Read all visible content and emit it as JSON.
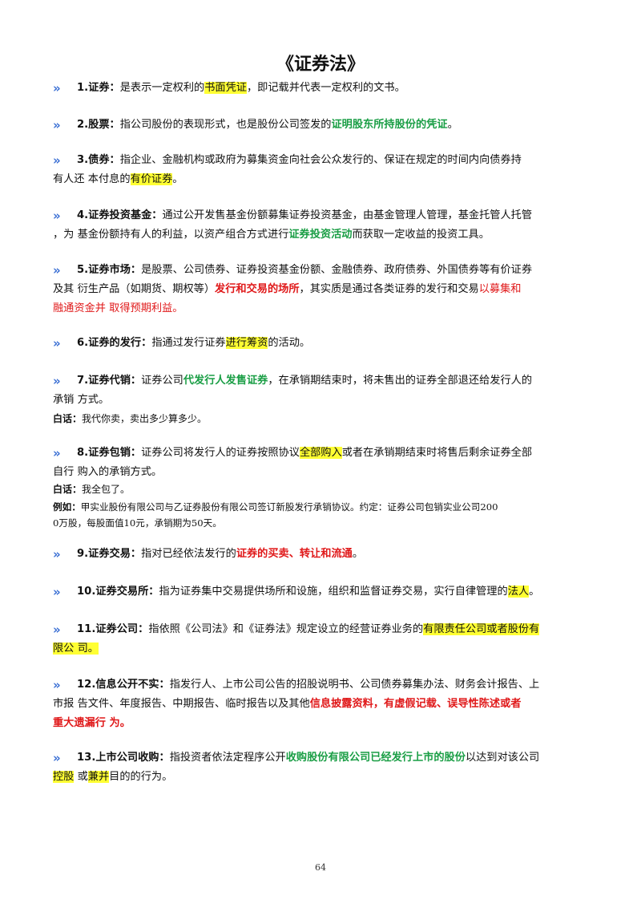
{
  "title": "《证券法》",
  "entries": {
    "e1": {
      "term": "1.证券：",
      "l1a": "是表示一定权利的",
      "l1b": "书面凭证",
      "l1c": "，即记载并代表一定权利的文书。"
    },
    "e2": {
      "term": "2.股票：",
      "l1a": "指公司股份的表现形式，也是股份公司签发的",
      "l1b": "证明股东所持股份的凭证",
      "l1c": "。"
    },
    "e3": {
      "term": "3.债券：",
      "l1a": "指企业、金融机构或政府为募集资金向社会公众发行的、保证在规定的时间内向债券持",
      "l2a": "有人还  本付息的",
      "l2b": "有价证券",
      "l2c": "。"
    },
    "e4": {
      "term": "4.证券投资基金：",
      "l1a": "通过公开发售基金份额募集证券投资基金，由基金管理人管理，基金托管人托管",
      "l2a": "，为  基金份额持有人的利益，以资产组合方式进行",
      "l2b": "证券投资活动",
      "l2c": "而获取一定收益的投资工具。"
    },
    "e5": {
      "term": "5.证券市场：",
      "l1a": "是股票、公司债券、证券投资基金份额、金融债券、政府债券、外国债券等有价证券",
      "l2a": "及其  衍生产品（如期货、期权等）",
      "l2b": "发行和交易的场所",
      "l2c": "，其实质是通过各类证券的发行和交易",
      "l2d": "以募集和",
      "l3a": "融通资金并  取得预期利益。"
    },
    "e6": {
      "term": "6.证券的发行：",
      "l1a": "指通过发行证券",
      "l1b": "进行筹资",
      "l1c": "的活动。"
    },
    "e7": {
      "term": "7.证券代销：",
      "l1a": "证券公司",
      "l1b": "代发行人发售证券",
      "l1c": "，在承销期结束时，将未售出的证券全部退还给发行人的",
      "l2a": "承销  方式。"
    },
    "note7": {
      "label": "白话：",
      "text": "我代你卖，卖出多少算多少。"
    },
    "e8": {
      "term": "8.证券包销：",
      "l1a": "证券公司将发行人的证券按照协议",
      "l1b": "全部购入",
      "l1c": "或者在承销期结束时将售后剩余证券全部",
      "l2a": "自行  购入的承销方式。"
    },
    "note8": {
      "label": "白话：",
      "text": "我全包了。"
    },
    "example8": {
      "label": "例如：",
      "l1": "甲实业股份有限公司与乙证券股份有限公司签订新股发行承销协议。约定：证券公司包销实业公司200",
      "l2": "0万股，每股面值10元，承销期为50天。"
    },
    "e9": {
      "term": "9.证券交易：",
      "l1a": "指对已经依法发行的",
      "l1b": "证券的买卖、转让和流通",
      "l1c": "。"
    },
    "e10": {
      "term": "10.证券交易所：",
      "l1a": "指为证券集中交易提供场所和设施，组织和监督证券交易，实行自律管理的",
      "l1b": "法人",
      "l1c": "。"
    },
    "e11": {
      "term": "11.证券公司：",
      "l1a": "指依照《公司法》和《证券法》规定设立的经营证券业务的",
      "l1b": "有限责任公司或者股份有",
      "l2a": "限公  司。"
    },
    "e12": {
      "term": "12.信息公开不实：",
      "l1a": "指发行人、上市公司公告的招股说明书、公司债券募集办法、财务会计报告、上",
      "l2a": "市报  告文件、年度报告、中期报告、临时报告以及其他",
      "l2b": "信息披露资料，有虚假记载、误导性陈述或者",
      "l3a": "重大遗漏行  为。"
    },
    "e13": {
      "term": "13.上市公司收购：",
      "l1a": "指投资者依法定程序公开",
      "l1b": "收购股份有限公司已经发行上市的股份",
      "l1c": "以达到对该公司",
      "l2a": "控股",
      "l2b": "  或",
      "l2c": "兼并",
      "l2d": "目的的行为。"
    }
  },
  "page_number": "64"
}
